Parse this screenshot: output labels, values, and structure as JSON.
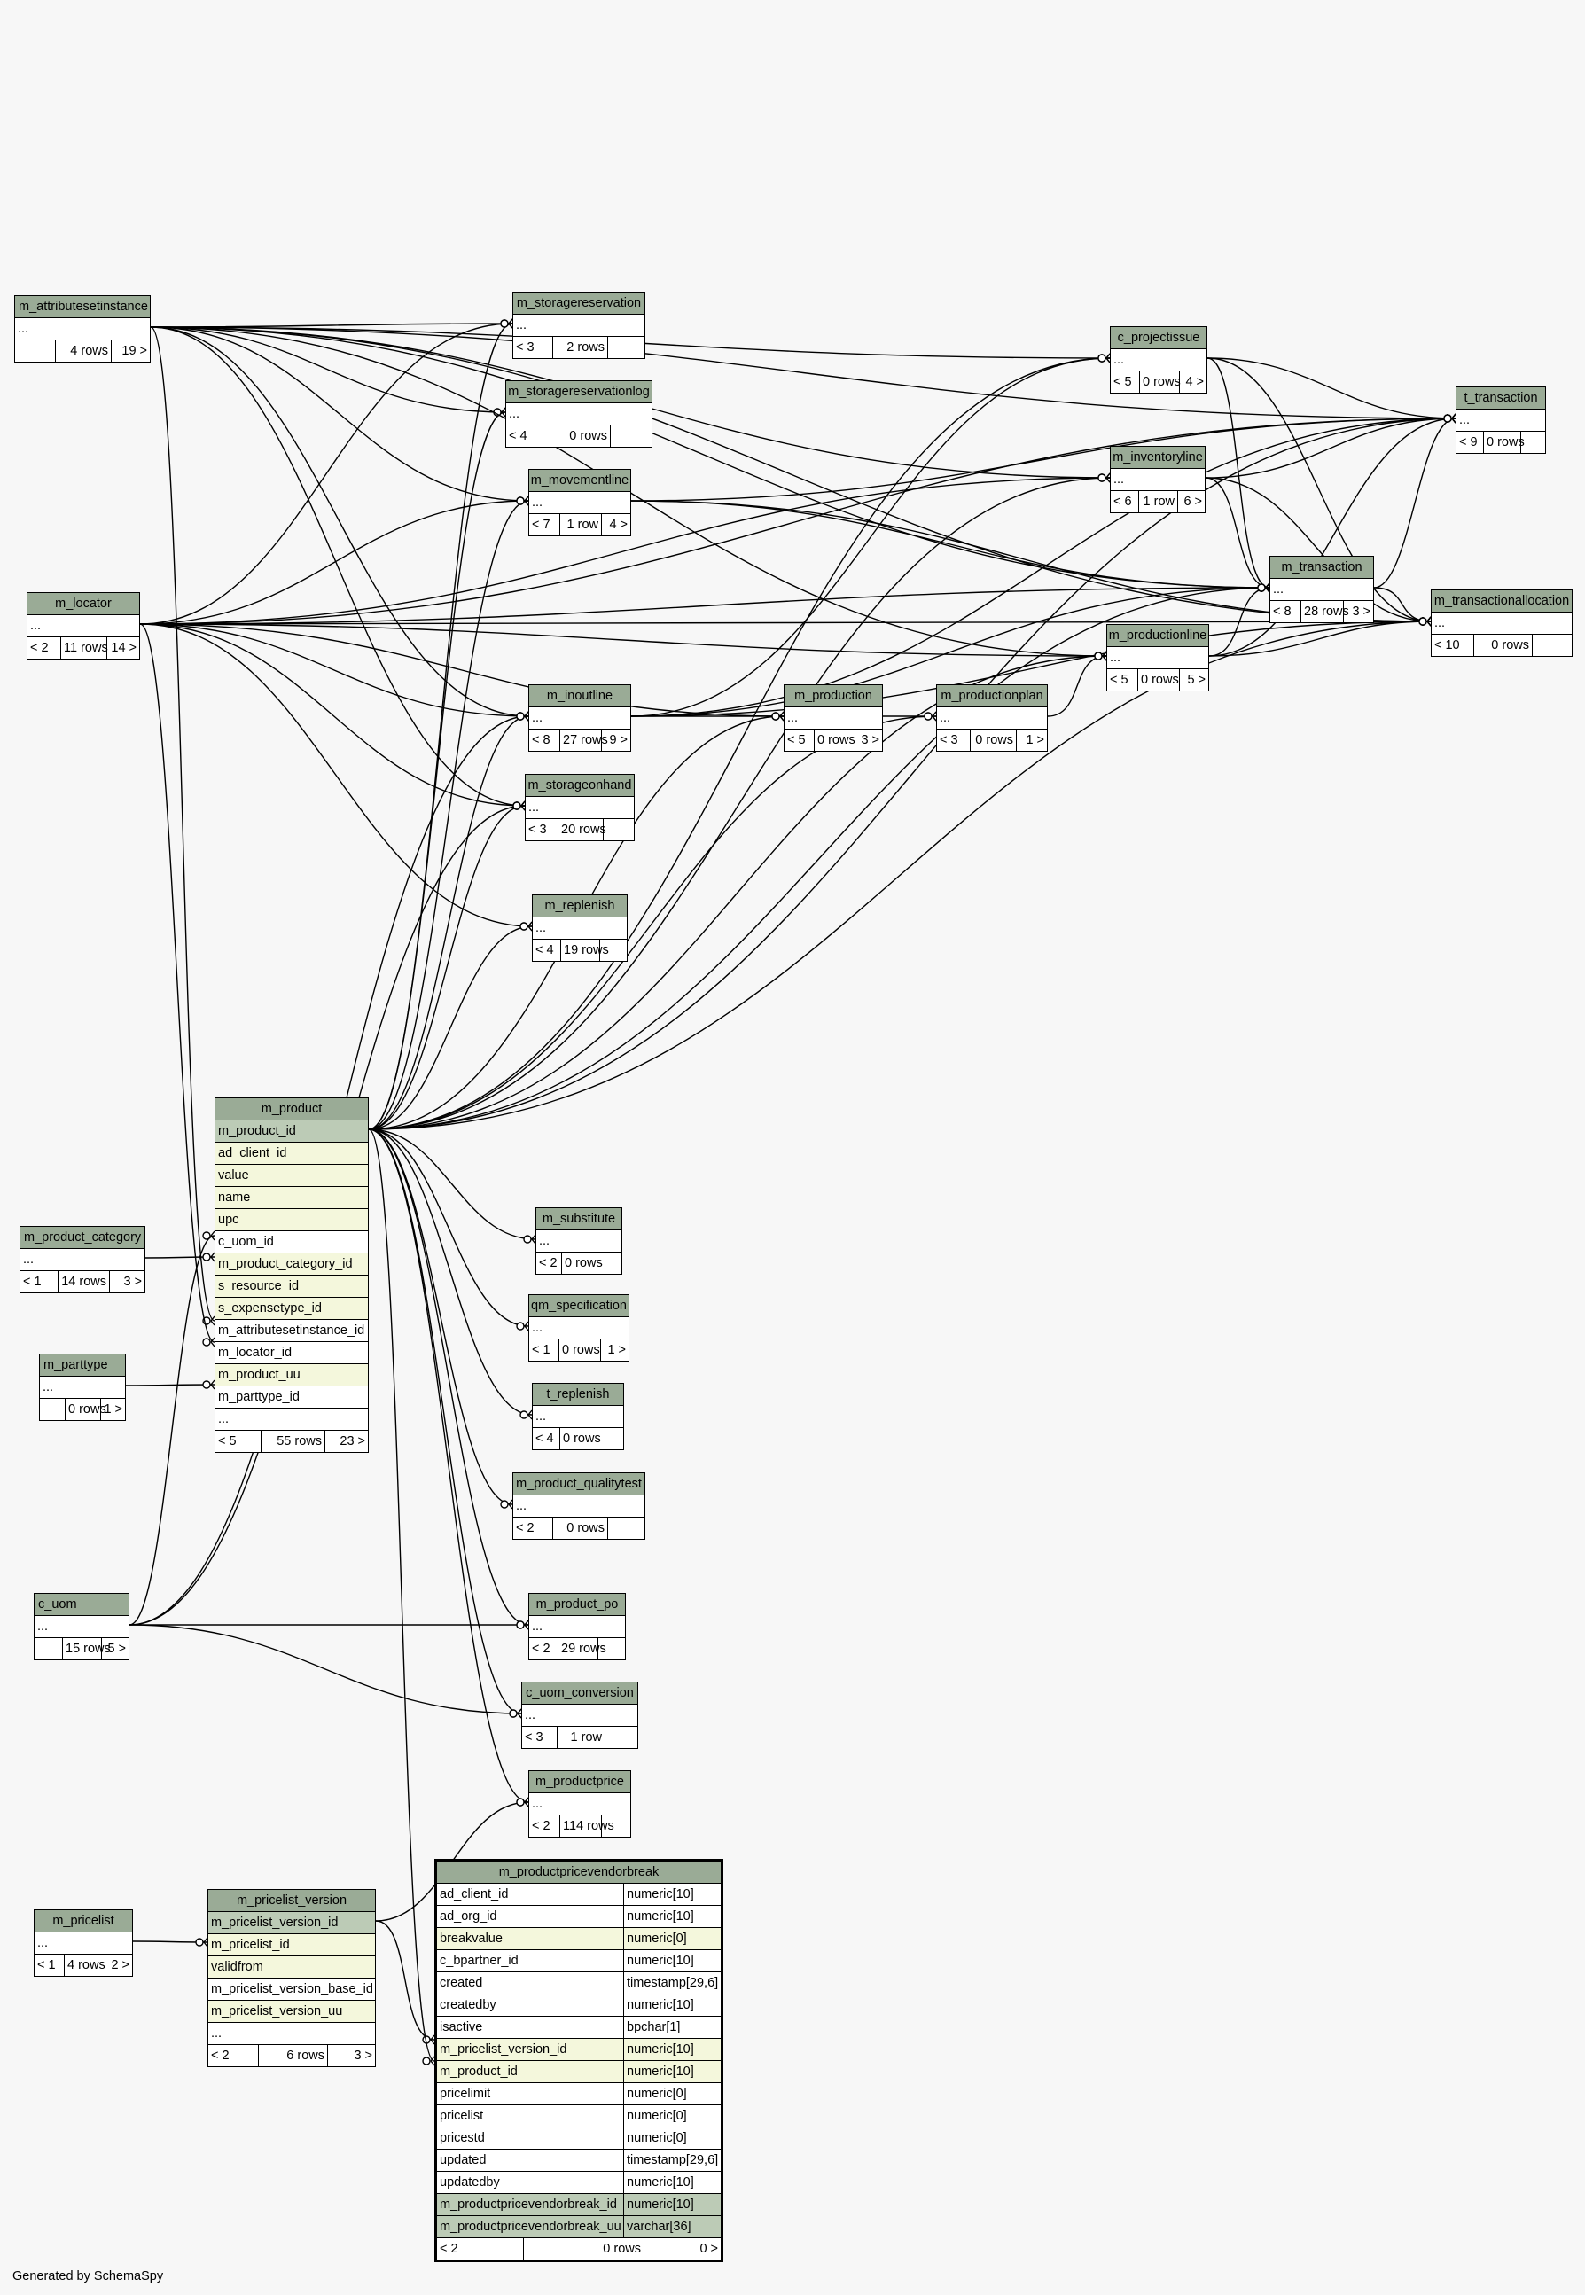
{
  "footer": "Generated by SchemaSpy",
  "tables": {
    "m_attributesetinstance": {
      "name": "m_attributesetinstance",
      "cols": [
        "..."
      ],
      "foot": [
        "",
        "4 rows",
        "19 >"
      ]
    },
    "m_locator": {
      "name": "m_locator",
      "cols": [
        "..."
      ],
      "foot": [
        "< 2",
        "11 rows",
        "14 >"
      ]
    },
    "m_product_category": {
      "name": "m_product_category",
      "cols": [
        "..."
      ],
      "foot": [
        "< 1",
        "14 rows",
        "3 >"
      ]
    },
    "m_parttype": {
      "name": "m_parttype",
      "cols": [
        "..."
      ],
      "foot": [
        "",
        "0 rows",
        "1 >"
      ]
    },
    "c_uom": {
      "name": "c_uom",
      "cols": [
        "..."
      ],
      "foot": [
        "",
        "15 rows",
        "5 >"
      ]
    },
    "m_pricelist": {
      "name": "m_pricelist",
      "cols": [
        "..."
      ],
      "foot": [
        "< 1",
        "4 rows",
        "2 >"
      ]
    },
    "m_storagereservation": {
      "name": "m_storagereservation",
      "cols": [
        "..."
      ],
      "foot": [
        "< 3",
        "2 rows",
        ""
      ]
    },
    "m_storagereservationlog": {
      "name": "m_storagereservationlog",
      "cols": [
        "..."
      ],
      "foot": [
        "< 4",
        "0 rows",
        ""
      ]
    },
    "m_movementline": {
      "name": "m_movementline",
      "cols": [
        "..."
      ],
      "foot": [
        "< 7",
        "1 row",
        "4 >"
      ]
    },
    "m_inoutline": {
      "name": "m_inoutline",
      "cols": [
        "..."
      ],
      "foot": [
        "< 8",
        "27 rows",
        "9 >"
      ]
    },
    "m_storageonhand": {
      "name": "m_storageonhand",
      "cols": [
        "..."
      ],
      "foot": [
        "< 3",
        "20 rows",
        ""
      ]
    },
    "m_replenish": {
      "name": "m_replenish",
      "cols": [
        "..."
      ],
      "foot": [
        "< 4",
        "19 rows",
        ""
      ]
    },
    "m_production": {
      "name": "m_production",
      "cols": [
        "..."
      ],
      "foot": [
        "< 5",
        "0 rows",
        "3 >"
      ]
    },
    "m_productionplan": {
      "name": "m_productionplan",
      "cols": [
        "..."
      ],
      "foot": [
        "< 3",
        "0 rows",
        "1 >"
      ]
    },
    "c_projectissue": {
      "name": "c_projectissue",
      "cols": [
        "..."
      ],
      "foot": [
        "< 5",
        "0 rows",
        "4 >"
      ]
    },
    "m_inventoryline": {
      "name": "m_inventoryline",
      "cols": [
        "..."
      ],
      "foot": [
        "< 6",
        "1 row",
        "6 >"
      ]
    },
    "m_productionline": {
      "name": "m_productionline",
      "cols": [
        "..."
      ],
      "foot": [
        "< 5",
        "0 rows",
        "5 >"
      ]
    },
    "m_transaction": {
      "name": "m_transaction",
      "cols": [
        "..."
      ],
      "foot": [
        "< 8",
        "28 rows",
        "3 >"
      ]
    },
    "t_transaction": {
      "name": "t_transaction",
      "cols": [
        "..."
      ],
      "foot": [
        "< 9",
        "0 rows",
        ""
      ]
    },
    "m_transactionallocation": {
      "name": "m_transactionallocation",
      "cols": [
        "..."
      ],
      "foot": [
        "< 10",
        "0 rows",
        ""
      ]
    },
    "m_substitute": {
      "name": "m_substitute",
      "cols": [
        "..."
      ],
      "foot": [
        "< 2",
        "0 rows",
        ""
      ]
    },
    "qm_specification": {
      "name": "qm_specification",
      "cols": [
        "..."
      ],
      "foot": [
        "< 1",
        "0 rows",
        "1 >"
      ]
    },
    "t_replenish": {
      "name": "t_replenish",
      "cols": [
        "..."
      ],
      "foot": [
        "< 4",
        "0 rows",
        ""
      ]
    },
    "m_product_qualitytest": {
      "name": "m_product_qualitytest",
      "cols": [
        "..."
      ],
      "foot": [
        "< 2",
        "0 rows",
        ""
      ]
    },
    "m_product_po": {
      "name": "m_product_po",
      "cols": [
        "..."
      ],
      "foot": [
        "< 2",
        "29 rows",
        ""
      ]
    },
    "c_uom_conversion": {
      "name": "c_uom_conversion",
      "cols": [
        "..."
      ],
      "foot": [
        "< 3",
        "1 row",
        ""
      ]
    },
    "m_productprice": {
      "name": "m_productprice",
      "cols": [
        "..."
      ],
      "foot": [
        "< 2",
        "114 rows",
        ""
      ]
    },
    "m_product": {
      "name": "m_product",
      "cols": [
        "m_product_id",
        "ad_client_id",
        "value",
        "name",
        "upc",
        "c_uom_id",
        "m_product_category_id",
        "s_resource_id",
        "s_expensetype_id",
        "m_attributesetinstance_id",
        "m_locator_id",
        "m_product_uu",
        "m_parttype_id",
        "..."
      ],
      "kinds": [
        "pk",
        "ix",
        "ix",
        "ix",
        "ix",
        "",
        "ix",
        "ix",
        "ix",
        "",
        "",
        "ix",
        "",
        ""
      ],
      "foot": [
        "< 5",
        "55 rows",
        "23 >"
      ]
    },
    "m_pricelist_version": {
      "name": "m_pricelist_version",
      "cols": [
        "m_pricelist_version_id",
        "m_pricelist_id",
        "validfrom",
        "m_pricelist_version_base_id",
        "m_pricelist_version_uu",
        "..."
      ],
      "kinds": [
        "pk",
        "ix",
        "ix",
        "",
        "ix",
        ""
      ],
      "foot": [
        "< 2",
        "6 rows",
        "3 >"
      ]
    },
    "m_productpricevendorbreak": {
      "name": "m_productpricevendorbreak",
      "cols": [
        "ad_client_id",
        "ad_org_id",
        "breakvalue",
        "c_bpartner_id",
        "created",
        "createdby",
        "isactive",
        "m_pricelist_version_id",
        "m_product_id",
        "pricelimit",
        "pricelist",
        "pricestd",
        "updated",
        "updatedby",
        "m_productpricevendorbreak_id",
        "m_productpricevendorbreak_uu"
      ],
      "types": [
        "numeric[10]",
        "numeric[10]",
        "numeric[0]",
        "numeric[10]",
        "timestamp[29,6]",
        "numeric[10]",
        "bpchar[1]",
        "numeric[10]",
        "numeric[10]",
        "numeric[0]",
        "numeric[0]",
        "numeric[0]",
        "timestamp[29,6]",
        "numeric[10]",
        "numeric[10]",
        "varchar[36]"
      ],
      "kinds": [
        "",
        "",
        "ix",
        "",
        "",
        "",
        "",
        "ix",
        "ix",
        "",
        "",
        "",
        "",
        "",
        "pk",
        "pk"
      ],
      "foot": [
        "< 2",
        "0 rows",
        "0 >"
      ]
    }
  }
}
